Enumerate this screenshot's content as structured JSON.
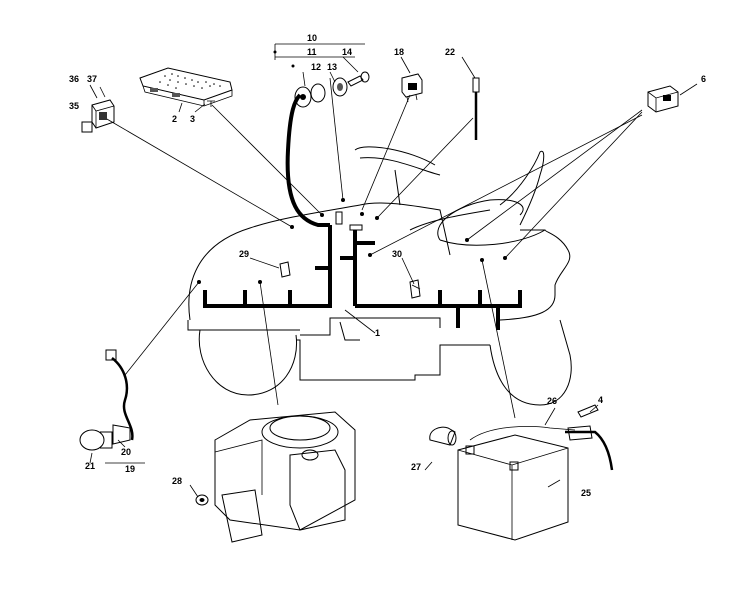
{
  "callouts": {
    "c1": "1",
    "c2": "2",
    "c3": "3",
    "c4": "4",
    "c6": "6",
    "c10": "10",
    "c11": "11",
    "c12": "12",
    "c13": "13",
    "c14": "14",
    "c18": "18",
    "c19": "19",
    "c20": "20",
    "c21": "21",
    "c22": "22",
    "c25": "25",
    "c26": "26",
    "c27": "27",
    "c28": "28",
    "c29": "29",
    "c30": "30",
    "c35": "35",
    "c36": "36",
    "c37": "37"
  }
}
